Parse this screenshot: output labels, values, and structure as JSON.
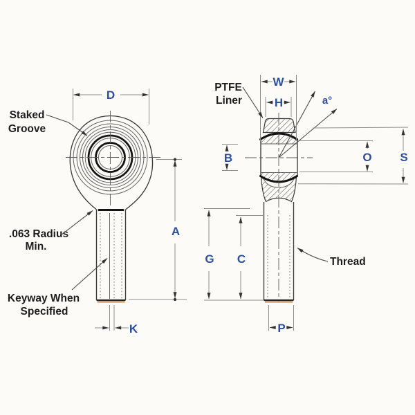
{
  "drawing": {
    "title": "rod-end-bearing-dimension-diagram",
    "background_color": "#fcfbf8",
    "object_line_color": "#3a3a3a",
    "dimension_line_color": "#8c8c8c",
    "dimension_letter_color": "#2c4f9e",
    "callout_text_color": "#1d1d1d",
    "thread_bevel_color": "#c99d63"
  },
  "front_view": {
    "dim_labels": {
      "head_diameter": "D",
      "overall_length": "A",
      "keyway_width": "K"
    },
    "callouts": {
      "staked_groove": [
        "Staked",
        "Groove"
      ],
      "radius": [
        ".063 Radius",
        "Min."
      ],
      "keyway": [
        "Keyway When",
        "Specified"
      ]
    }
  },
  "side_view": {
    "dim_labels": {
      "housing_width": "W",
      "ball_width": "H",
      "misalignment_angle": "a°",
      "ball_bore": "B",
      "race_diameter": "O",
      "head_thickness": "S",
      "shank_length": "G",
      "thread_length": "C",
      "thread_diameter": "P"
    },
    "callouts": {
      "ptfe_liner": [
        "PTFE",
        "Liner"
      ],
      "thread": "Thread"
    }
  }
}
